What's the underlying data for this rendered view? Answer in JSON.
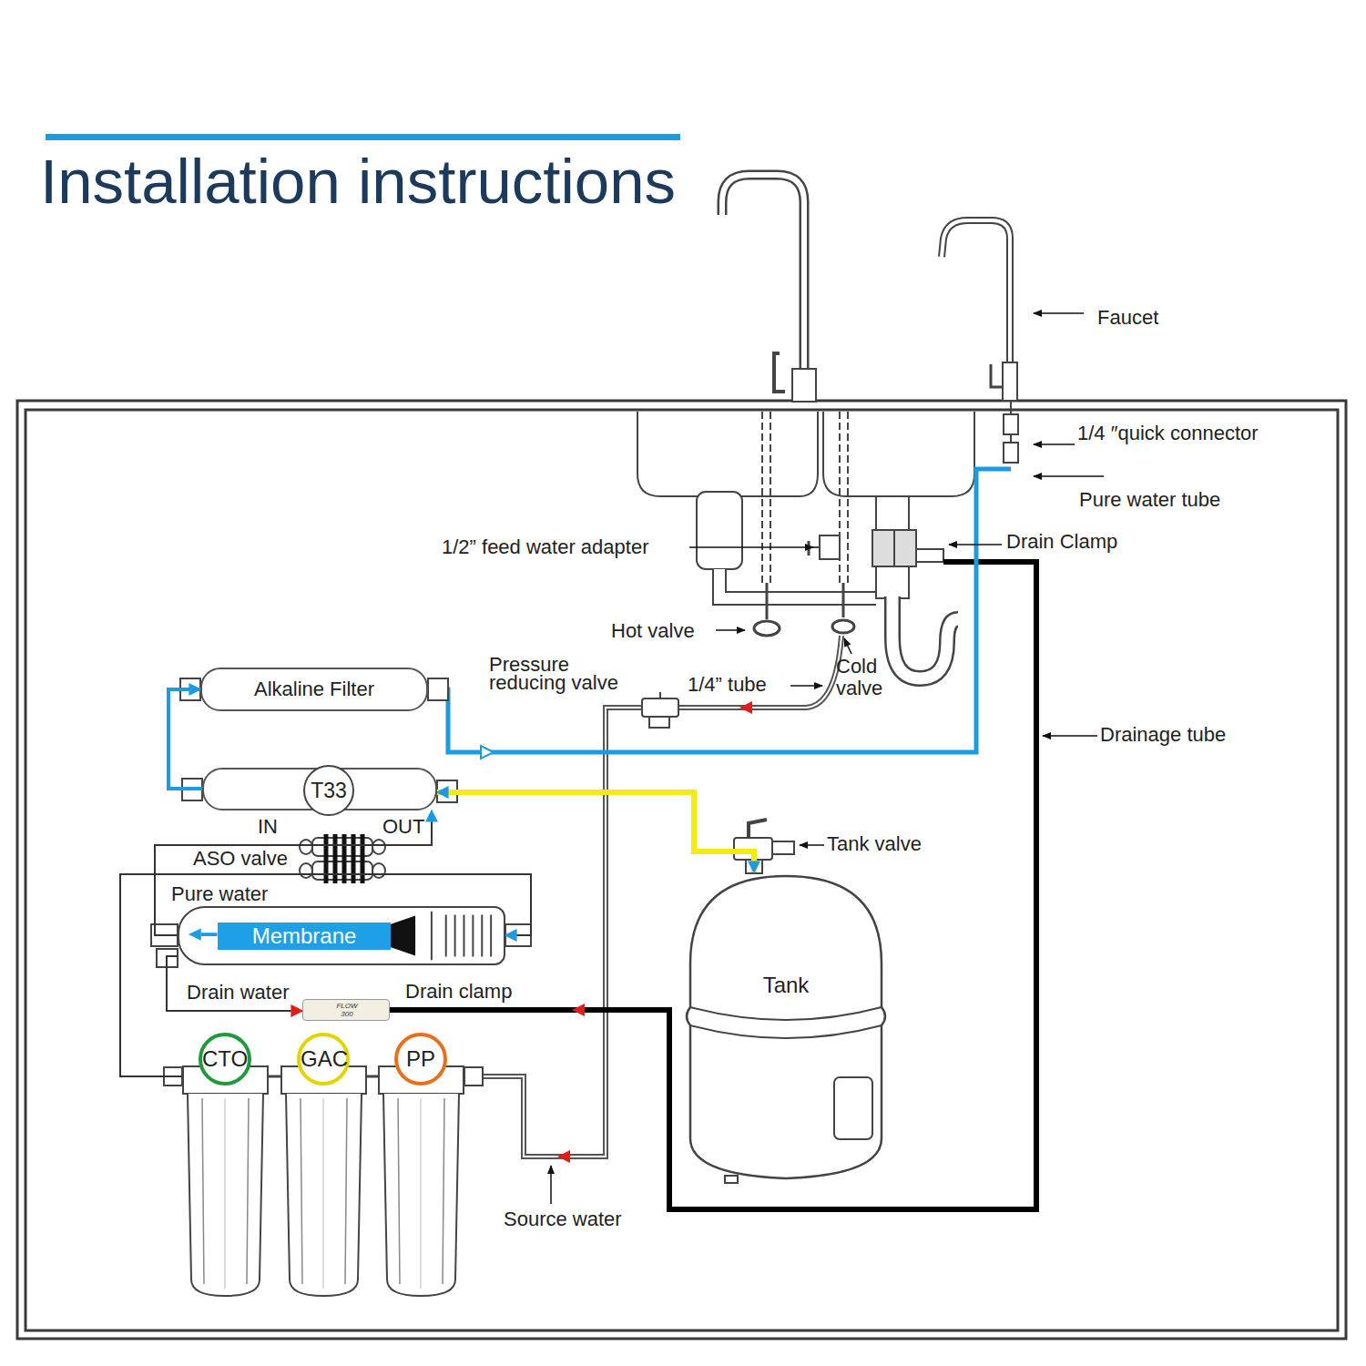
{
  "diagram": {
    "title": "Installation instructions",
    "nodes": [
      {
        "text": [
          "Alkaline Filter"
        ]
      },
      {
        "text": [
          "T33"
        ]
      },
      {
        "text": [
          "Membrane"
        ]
      },
      {
        "text": [
          "FLOW 300"
        ]
      },
      {
        "text": [
          "CTO"
        ]
      },
      {
        "text": [
          "GAC"
        ]
      },
      {
        "text": [
          "PP"
        ]
      },
      {
        "text": [
          "Tank"
        ]
      }
    ],
    "edges": [
      {
        "from": 6,
        "to": 5,
        "arrow": "none"
      },
      {
        "from": 5,
        "to": 4,
        "arrow": "none"
      },
      {
        "from": 4,
        "to": 2,
        "arrow": "to"
      },
      {
        "from": 2,
        "to": 1,
        "arrow": "to"
      },
      {
        "from": 1,
        "to": 0,
        "arrow": "to"
      },
      {
        "from": 1,
        "to": 7,
        "arrow": "both"
      },
      {
        "from": 2,
        "to": 3,
        "label": "Drain water",
        "arrow": "to"
      }
    ],
    "labels": [
      "Faucet",
      "1/4 ″quick connector",
      "Pure water tube",
      "Drain Clamp",
      "1/2” feed water adapter",
      "Hot valve",
      "Cold valve",
      "Pressure reducing valve",
      "1/4” tube",
      "Drainage tube",
      "IN",
      "OUT",
      "ASO valve",
      "Pure water",
      "Drain clamp",
      "Tank valve",
      "Source water"
    ]
  }
}
